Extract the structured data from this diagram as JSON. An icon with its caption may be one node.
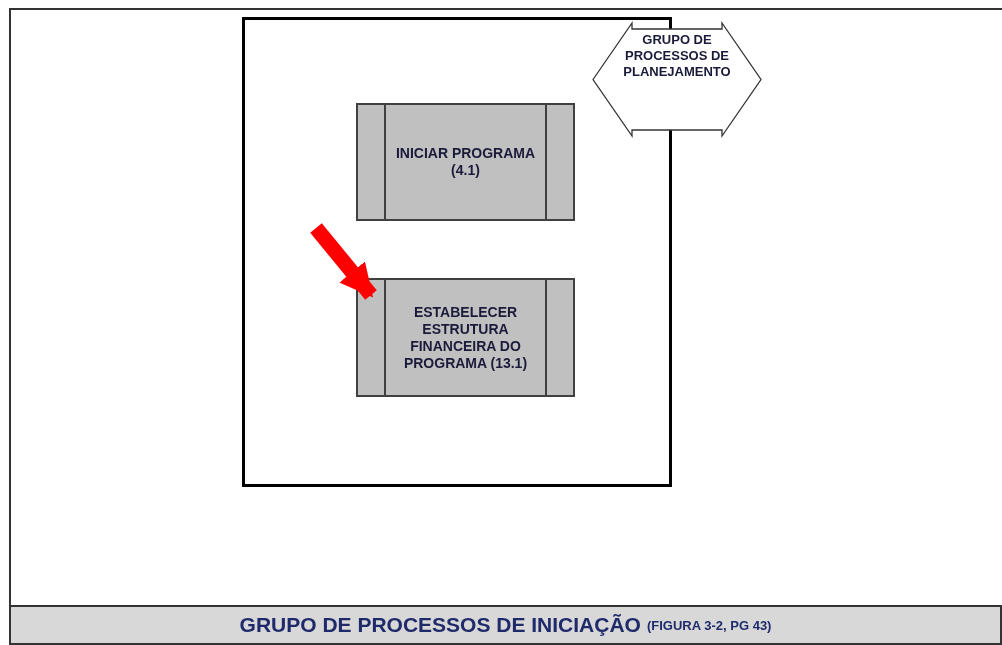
{
  "diagram": {
    "nodes": [
      {
        "text": [],
        "shape": "box"
      },
      {
        "text": [
          "INICIAR PROGRAMA (4.1)"
        ],
        "in": 0
      },
      {
        "text": [
          "ESTABELECER ESTRUTURA FINANCEIRA DO PROGRAMA (13.1)"
        ],
        "in": 0
      },
      {
        "text": [
          "GRUPO DE PROCESSOS DE PLANEJAMENTO"
        ]
      },
      {
        "text": [
          "GRUPO DE PROCESSOS DE INICIAÇÃO",
          "(FIGURA 3-2, PG 43)"
        ]
      }
    ],
    "edges": [
      {
        "from": null,
        "to": 2,
        "arrow": "to",
        "color": "#ff0000"
      }
    ]
  }
}
